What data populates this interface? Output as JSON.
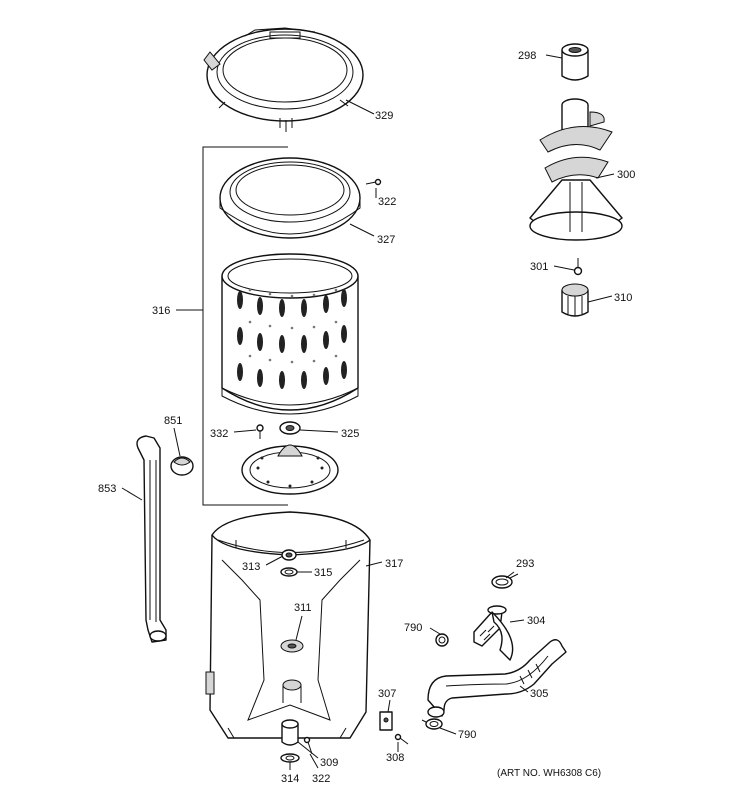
{
  "art_number": "(ART NO. WH6308 C6)",
  "parts": {
    "p298": "298",
    "p300": "300",
    "p301": "301",
    "p310": "310",
    "p329": "329",
    "p322a": "322",
    "p327": "327",
    "p316": "316",
    "p332": "332",
    "p325": "325",
    "p851": "851",
    "p853": "853",
    "p313": "313",
    "p315": "315",
    "p317": "317",
    "p311": "311",
    "p293": "293",
    "p304": "304",
    "p790a": "790",
    "p305": "305",
    "p307": "307",
    "p790b": "790",
    "p308": "308",
    "p309": "309",
    "p314": "314",
    "p322b": "322"
  }
}
